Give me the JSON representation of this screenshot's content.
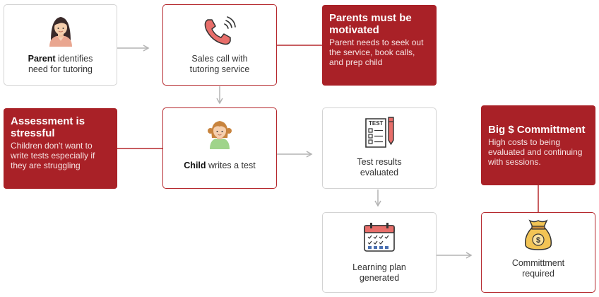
{
  "boxes": {
    "parent": {
      "bold": "Parent",
      "text": " identifies need for tutoring"
    },
    "sales": {
      "text": "Sales call with tutoring service"
    },
    "child": {
      "bold": "Child",
      "text": " writes a test"
    },
    "results": {
      "text": "Test results evaluated"
    },
    "plan": {
      "text": "Learning plan generated"
    },
    "commit": {
      "text": "Committment required"
    }
  },
  "notes": {
    "motivated": {
      "title": "Parents must be motivated",
      "desc": "Parent needs to seek out the service, book calls, and prep child"
    },
    "assessment": {
      "title": "Assessment is stressful",
      "desc": "Children don't want to write tests especially if they are struggling"
    },
    "cost": {
      "title": "Big $ Committment",
      "desc": "High costs to being evaluated and continuing with sessions."
    }
  },
  "icons": {
    "parent": "woman-avatar-icon",
    "sales": "phone-ringing-icon",
    "child": "girl-avatar-icon",
    "results": "test-sheet-icon",
    "plan": "calendar-icon",
    "commit": "money-bag-icon"
  },
  "colors": {
    "accent": "#a92127",
    "border": "#d3d3d3",
    "arrow": "#b3b3b3"
  }
}
